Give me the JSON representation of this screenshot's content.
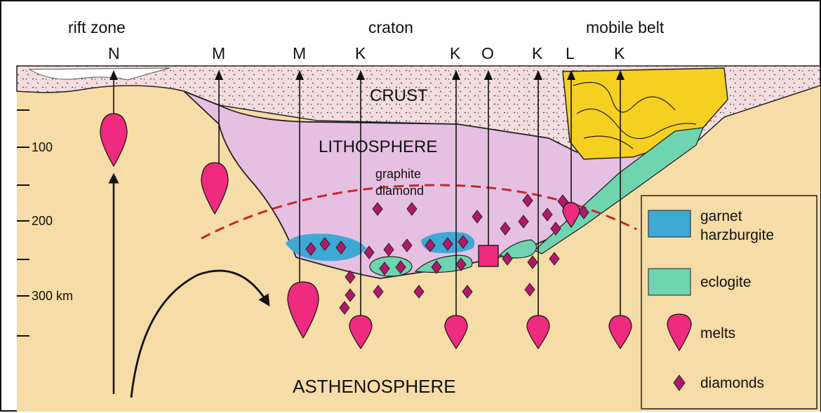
{
  "header": {
    "zones": [
      "rift zone",
      "craton",
      "mobile belt"
    ],
    "pipe_labels": [
      "N",
      "M",
      "M",
      "K",
      "K",
      "O",
      "K",
      "L",
      "K"
    ]
  },
  "layers": {
    "crust": "CRUST",
    "lithosphere": "LITHOSPHERE",
    "asthenosphere": "ASTHENOSPHERE",
    "transition_upper": "graphite",
    "transition_lower": "diamond"
  },
  "depth_axis": {
    "ticks": [
      "100",
      "200",
      "300 km"
    ]
  },
  "legend": {
    "items": [
      {
        "label_lines": [
          "garnet",
          "harzburgite"
        ],
        "color": "#3fa9d6"
      },
      {
        "label_lines": [
          "eclogite"
        ],
        "color": "#6fd4b0"
      },
      {
        "label_lines": [
          "melts"
        ],
        "color": "#ee2b7e"
      },
      {
        "label_lines": [
          "diamonds"
        ],
        "color": "#b0186a"
      }
    ]
  },
  "colors": {
    "asthenosphere": "#f6dca6",
    "crust": "#f4dde0",
    "lithosphere": "#e6c0e2",
    "mobile_belt": "#f5d020",
    "graphite_diamond_line": "#c8262a"
  }
}
